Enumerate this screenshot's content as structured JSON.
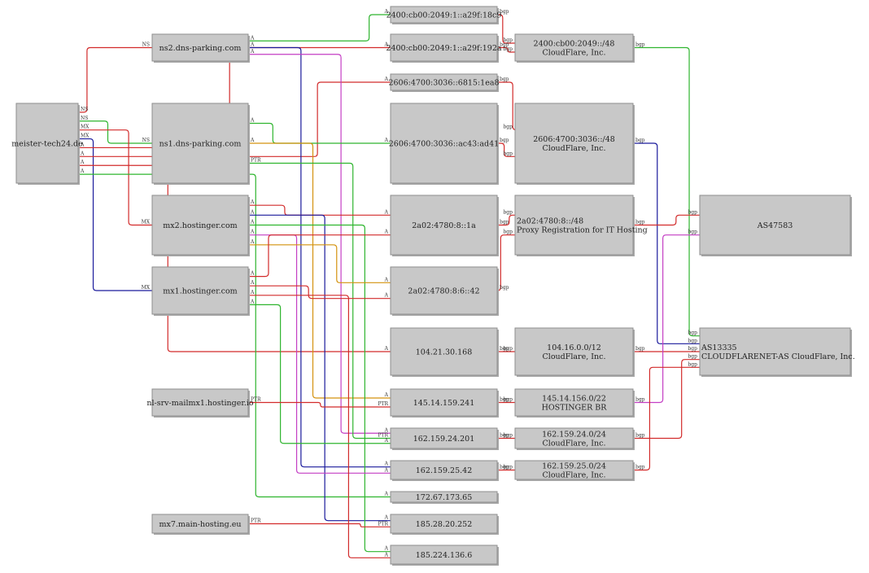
{
  "colors": {
    "red": "#d22b2b",
    "green": "#2fb52f",
    "blue": "#1a1a9c",
    "magenta": "#c43ec4",
    "orange": "#d4920e",
    "node_fill": "#c8c8c8",
    "node_border": "#8e8e8e"
  },
  "nodes": [
    {
      "id": "root",
      "lines": [
        "meister-tech24.de"
      ]
    },
    {
      "id": "ns2",
      "lines": [
        "ns2.dns-parking.com"
      ]
    },
    {
      "id": "ns1",
      "lines": [
        "ns1.dns-parking.com"
      ]
    },
    {
      "id": "mx2",
      "lines": [
        "mx2.hostinger.com"
      ]
    },
    {
      "id": "mx1",
      "lines": [
        "mx1.hostinger.com"
      ]
    },
    {
      "id": "nlsrv",
      "lines": [
        "nl-srv-mailmx1.hostinger.io"
      ]
    },
    {
      "id": "mx7",
      "lines": [
        "mx7.main-hosting.eu"
      ]
    },
    {
      "id": "ip6a",
      "lines": [
        "2400:cb00:2049:1::a29f:18c9"
      ]
    },
    {
      "id": "ip6b",
      "lines": [
        "2400:cb00:2049:1::a29f:192a"
      ]
    },
    {
      "id": "ip6c",
      "lines": [
        "2606:4700:3036::6815:1ea8"
      ]
    },
    {
      "id": "ip6d",
      "lines": [
        "2606:4700:3036::ac43:ad41"
      ]
    },
    {
      "id": "ip6e",
      "lines": [
        "2a02:4780:8::1a"
      ]
    },
    {
      "id": "ip6f",
      "lines": [
        "2a02:4780:8:6::42"
      ]
    },
    {
      "id": "ip4a",
      "lines": [
        "104.21.30.168"
      ]
    },
    {
      "id": "ip4b",
      "lines": [
        "145.14.159.241"
      ]
    },
    {
      "id": "ip4c",
      "lines": [
        "162.159.24.201"
      ]
    },
    {
      "id": "ip4d",
      "lines": [
        "162.159.25.42"
      ]
    },
    {
      "id": "ip4e",
      "lines": [
        "172.67.173.65"
      ]
    },
    {
      "id": "ip4f",
      "lines": [
        "185.28.20.252"
      ]
    },
    {
      "id": "ip4g",
      "lines": [
        "185.224.136.6"
      ]
    },
    {
      "id": "pfx1",
      "lines": [
        "2400:cb00:2049::/48",
        "CloudFlare, Inc."
      ]
    },
    {
      "id": "pfx2",
      "lines": [
        "2606:4700:3036::/48",
        "CloudFlare, Inc."
      ]
    },
    {
      "id": "pfx3",
      "lines": [
        "2a02:4780:8::/48",
        "Proxy Registration for IT Hosting"
      ]
    },
    {
      "id": "pfx4",
      "lines": [
        "104.16.0.0/12",
        "CloudFlare, Inc."
      ]
    },
    {
      "id": "pfx5",
      "lines": [
        "145.14.156.0/22",
        "HOSTINGER BR"
      ]
    },
    {
      "id": "pfx6",
      "lines": [
        "162.159.24.0/24",
        "CloudFlare, Inc."
      ]
    },
    {
      "id": "pfx7",
      "lines": [
        "162.159.25.0/24",
        "CloudFlare, Inc."
      ]
    },
    {
      "id": "as1",
      "lines": [
        "AS47583"
      ]
    },
    {
      "id": "as2",
      "lines": [
        "AS13335",
        "CLOUDFLARENET-AS CloudFlare, Inc."
      ]
    }
  ],
  "edges": [
    {
      "from": "root",
      "to": "ns2",
      "color": "red",
      "label": "NS"
    },
    {
      "from": "root",
      "to": "ns1",
      "color": "green",
      "label": "NS"
    },
    {
      "from": "root",
      "to": "mx2",
      "color": "red",
      "label": "MX"
    },
    {
      "from": "root",
      "to": "mx1",
      "color": "blue",
      "label": "MX"
    },
    {
      "from": "root",
      "to": "ip6b",
      "color": "red",
      "label": "A"
    },
    {
      "from": "root",
      "to": "ip6c",
      "color": "red",
      "label": "A"
    },
    {
      "from": "root",
      "to": "ip4a",
      "color": "red",
      "label": "A"
    },
    {
      "from": "root",
      "to": "ip4e",
      "color": "green",
      "label": "A"
    },
    {
      "from": "ns2",
      "to": "ip6a",
      "color": "green",
      "label": "A"
    },
    {
      "from": "ns2",
      "to": "ip4d",
      "color": "blue",
      "label": "A"
    },
    {
      "from": "ns2",
      "to": "ip4c",
      "color": "magenta",
      "label": "A"
    },
    {
      "from": "ns1",
      "to": "ip6d",
      "color": "green",
      "label": "A"
    },
    {
      "from": "ns1",
      "to": "ip4b",
      "color": "orange",
      "label": "A"
    },
    {
      "from": "ns1",
      "to": "ip4c",
      "color": "green",
      "label": "PTR"
    },
    {
      "from": "mx2",
      "to": "ip6e",
      "color": "red",
      "label": "A"
    },
    {
      "from": "mx2",
      "to": "ip4f",
      "color": "blue",
      "label": "A"
    },
    {
      "from": "mx2",
      "to": "ip4g",
      "color": "green",
      "label": "A"
    },
    {
      "from": "mx2",
      "to": "ip4d",
      "color": "magenta",
      "label": "A"
    },
    {
      "from": "mx2",
      "to": "ip6f",
      "color": "orange",
      "label": "A"
    },
    {
      "from": "mx1",
      "to": "ip6e",
      "color": "red",
      "label": "A"
    },
    {
      "from": "mx1",
      "to": "ip6f",
      "color": "red",
      "label": "A"
    },
    {
      "from": "mx1",
      "to": "ip4g",
      "color": "red",
      "label": "A"
    },
    {
      "from": "mx1",
      "to": "ip4c",
      "color": "green",
      "label": "A"
    },
    {
      "from": "nlsrv",
      "to": "ip4b",
      "color": "red",
      "label": "PTR"
    },
    {
      "from": "mx7",
      "to": "ip4f",
      "color": "red",
      "label": "PTR"
    },
    {
      "from": "ip6a",
      "to": "pfx1",
      "color": "red",
      "label": "bgp"
    },
    {
      "from": "ip6b",
      "to": "pfx1",
      "color": "red",
      "label": "bgp"
    },
    {
      "from": "ip6c",
      "to": "pfx2",
      "color": "red",
      "label": "bgp"
    },
    {
      "from": "ip6d",
      "to": "pfx2",
      "color": "red",
      "label": "bgp"
    },
    {
      "from": "ip6e",
      "to": "pfx3",
      "color": "red",
      "label": "bgp"
    },
    {
      "from": "ip6f",
      "to": "pfx3",
      "color": "red",
      "label": "bgp"
    },
    {
      "from": "ip4a",
      "to": "pfx4",
      "color": "red",
      "label": "bgp"
    },
    {
      "from": "ip4b",
      "to": "pfx5",
      "color": "red",
      "label": "bgp"
    },
    {
      "from": "ip4c",
      "to": "pfx6",
      "color": "red",
      "label": "bgp"
    },
    {
      "from": "ip4d",
      "to": "pfx7",
      "color": "red",
      "label": "bgp"
    },
    {
      "from": "pfx1",
      "to": "as2",
      "color": "green",
      "label": "bgp"
    },
    {
      "from": "pfx2",
      "to": "as2",
      "color": "blue",
      "label": "bgp"
    },
    {
      "from": "pfx3",
      "to": "as1",
      "color": "red",
      "label": "bgp"
    },
    {
      "from": "pfx4",
      "to": "as2",
      "color": "red",
      "label": "bgp"
    },
    {
      "from": "pfx5",
      "to": "as1",
      "color": "magenta",
      "label": "bgp"
    },
    {
      "from": "pfx6",
      "to": "as2",
      "color": "red",
      "label": "bgp"
    },
    {
      "from": "pfx7",
      "to": "as2",
      "color": "red",
      "label": "bgp"
    }
  ]
}
